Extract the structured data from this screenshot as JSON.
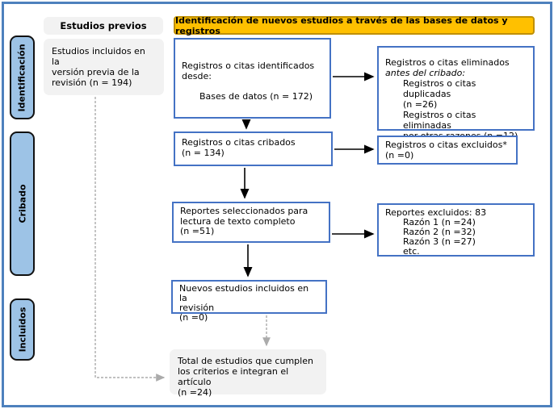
{
  "diagram": {
    "headers": {
      "previous_studies": "Estudios previos",
      "identification_banner": "Identificación de nuevos estudios a través de las bases de datos y registros"
    },
    "sidebar": [
      {
        "label": "Identificación"
      },
      {
        "label": "Cribado"
      },
      {
        "label": "Incluidos"
      }
    ],
    "previous_box": {
      "lines": [
        "Estudios incluidos en la",
        "versión previa de la",
        "revisión (n = 194)"
      ]
    },
    "identified_box": {
      "lines": [
        "Registros o citas identificados",
        "desde:",
        "Bases de datos (n = 172)"
      ]
    },
    "removed_box": {
      "lines": [
        "Registros o citas eliminados",
        "antes del cribado:",
        "Registros o citas duplicadas",
        "(n =26)",
        "Registros o citas eliminadas",
        "por otras razones (n =12)"
      ]
    },
    "screened_box": {
      "lines": [
        "Registros o citas cribados",
        "(n = 134)"
      ]
    },
    "excluded_box": {
      "lines": [
        "Registros o citas excluidos*",
        "(n =0)"
      ]
    },
    "reports_box": {
      "lines": [
        "Reportes seleccionados para",
        "lectura de texto completo",
        "(n =51)"
      ]
    },
    "reports_excluded_box": {
      "lines": [
        "Reportes excluidos: 83",
        "Razón 1 (n =24)",
        "Razón 2 (n =32)",
        "Razón 3 (n =27)",
        "etc."
      ]
    },
    "new_included_box": {
      "lines": [
        "Nuevos estudios incluidos en la",
        "revisión",
        "(n =0)"
      ]
    },
    "total_box": {
      "lines": [
        "Total de estudios que cumplen",
        "los criterios e integran el artículo",
        "(n =24)"
      ]
    },
    "colors": {
      "accent_yellow": "#FFC000",
      "yellow_border": "#BF8F00",
      "box_border_blue": "#4472C4",
      "sidebar_fill": "#9DC3E6",
      "outer_border": "#4E81BD",
      "gray_fill": "#F2F2F2",
      "dashed_gray": "#ABABAB"
    }
  }
}
